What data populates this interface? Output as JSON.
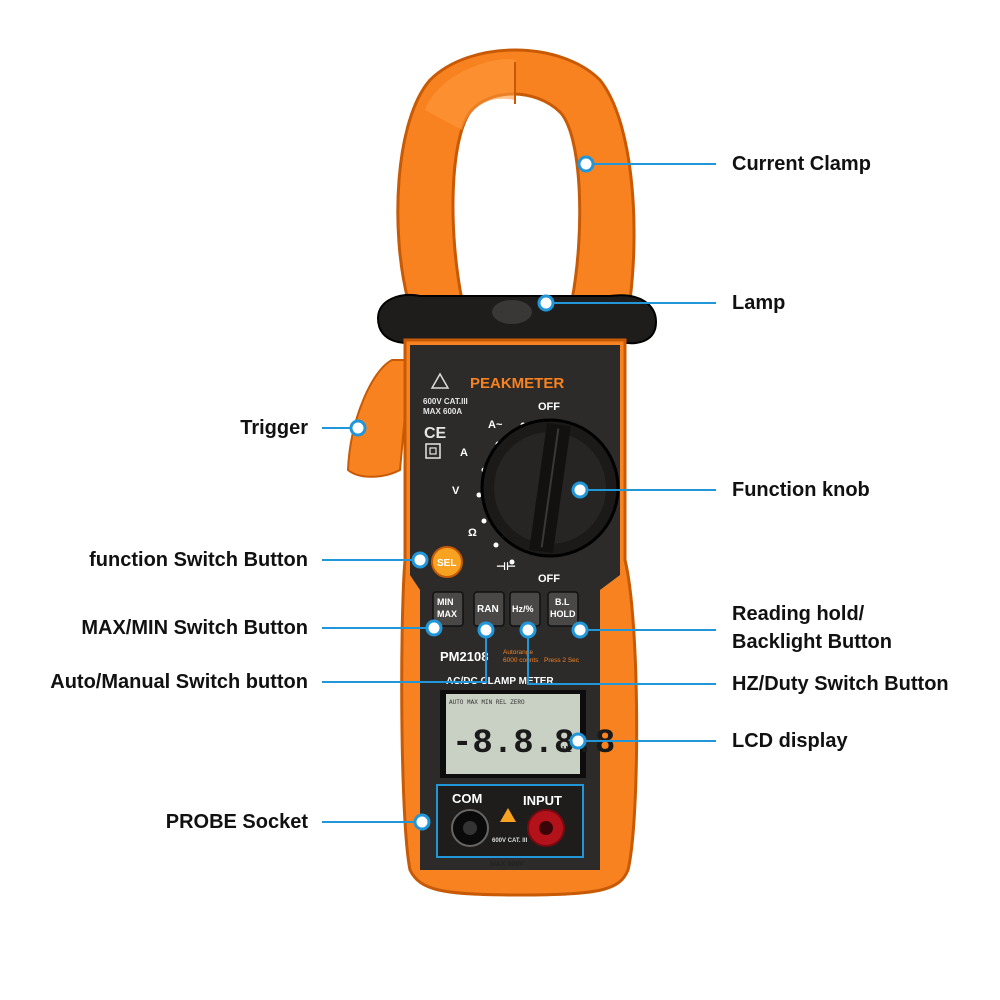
{
  "colors": {
    "orange": "#f7821f",
    "orange_dark": "#d9650a",
    "body_dark": "#2c2b2a",
    "callout_blue": "#2196d8",
    "lcd": "#c9d0c4"
  },
  "labels": {
    "current_clamp": "Current Clamp",
    "lamp": "Lamp",
    "trigger": "Trigger",
    "function_knob": "Function knob",
    "function_switch": "function Switch Button",
    "max_min_switch": "MAX/MIN Switch Button",
    "reading_hold_line1": "Reading hold/",
    "reading_hold_line2": "Backlight Button",
    "auto_manual": "Auto/Manual Switch button",
    "hz_duty": "HZ/Duty Switch Button",
    "lcd_display": "LCD display",
    "probe_socket": "PROBE Socket"
  },
  "device": {
    "brand": "PEAKMETER",
    "cat_rating": "600V CAT.III",
    "max_current": "MAX 600A",
    "ce_mark": "CE",
    "model": "PM2108",
    "subtitle": "AC/DC CLAMP METER",
    "autorange_line1": "Autorange",
    "autorange_line2": "6000 counts",
    "press_note": "Press 2 Sec",
    "knob_off_top": "OFF",
    "knob_off_bottom": "OFF",
    "knob_a_ac": "A~",
    "knob_a_dc": "A",
    "knob_v": "V",
    "knob_ohm": "Ω",
    "knob_cap": "⊣⊢",
    "button_sel": "SEL",
    "button_minmax_1": "MIN",
    "button_minmax_2": "MAX",
    "button_ran": "RAN",
    "button_hz": "Hz/%",
    "button_hold_1": "B.L",
    "button_hold_2": "HOLD",
    "lcd_reading": "-8.8.8.8",
    "lcd_top_row": "AUTO  MAX  MIN  REL  ZERO",
    "socket_com": "COM",
    "socket_input": "INPUT",
    "socket_rating": "600V CAT. III",
    "socket_max": "MAX 600V"
  }
}
